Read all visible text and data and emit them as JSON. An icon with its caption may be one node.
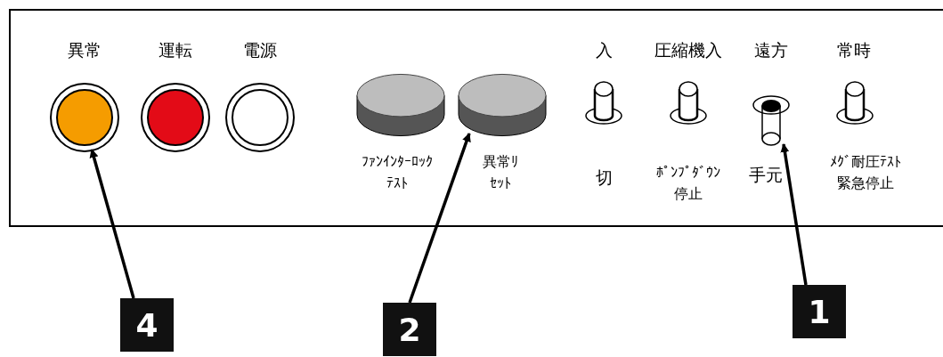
{
  "diagram": {
    "nodes": [
      {
        "text": [],
        "shape": "box"
      },
      {
        "text": [],
        "shape": "circle",
        "in": 0,
        "beside": [
          "異常"
        ]
      },
      {
        "text": [],
        "shape": "circle",
        "in": 0,
        "beside": [
          "運転"
        ]
      },
      {
        "text": [],
        "shape": "circle",
        "in": 0,
        "beside": [
          "電源"
        ]
      },
      {
        "text": [],
        "shape": "cylinder",
        "in": 0,
        "beside": [
          "ﾌｧﾝｲﾝﾀｰﾛｯｸﾃｽﾄ"
        ]
      },
      {
        "text": [],
        "shape": "cylinder",
        "in": 0,
        "beside": [
          "異常ﾘｾｯﾄ"
        ]
      },
      {
        "text": [],
        "shape": "switch",
        "in": 0,
        "beside": [
          "入",
          "切"
        ]
      },
      {
        "text": [],
        "shape": "switch",
        "in": 0,
        "beside": [
          "圧縮機入",
          "ﾎﾟﾝﾌﾟﾀﾞｳﾝ停止"
        ]
      },
      {
        "text": [],
        "shape": "switch",
        "in": 0,
        "beside": [
          "遠方",
          "手元"
        ]
      },
      {
        "text": [],
        "shape": "switch",
        "in": 0,
        "beside": [
          "常時",
          "ﾒｸﾞ耐圧ﾃｽﾄ緊急停止"
        ]
      },
      {
        "text": [
          "4"
        ]
      },
      {
        "text": [
          "2"
        ]
      },
      {
        "text": [
          "1"
        ]
      }
    ],
    "edges": [
      {
        "from": 10,
        "to": 1,
        "arrow": "to"
      },
      {
        "from": 11,
        "to": 5,
        "arrow": "to"
      },
      {
        "from": 12,
        "to": 8,
        "arrow": "to"
      }
    ]
  }
}
